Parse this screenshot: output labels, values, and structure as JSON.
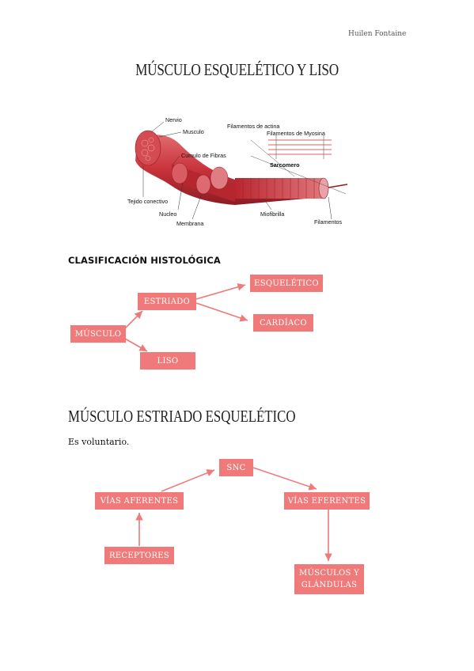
{
  "author": "Huilen Fontaine",
  "title": "MÚSCULO ESQUELÉTICO Y LISO",
  "figure": {
    "labels": {
      "nervio": "Nervio",
      "musculo": "Musculo",
      "cumulo": "Cumulo de Fibras",
      "tejido": "Tejido conectivo",
      "nucleo": "Nucleo",
      "membrana": "Membrana",
      "miofibrilla": "Miofibrilla",
      "filamentos": "Filamentos",
      "actina": "Filamentos de actina",
      "myosina": "Filamentos de Myosina",
      "sarcomero": "Sarcomero"
    }
  },
  "section1": {
    "heading": "CLASIFICACIÓN HISTOLÓGICA",
    "boxes": {
      "musculo": "MÚSCULO",
      "estriado": "ESTRIADO",
      "liso": "LISO",
      "esqueletico": "ESQUELÉTICO",
      "cardiaco": "CARDÍACO"
    }
  },
  "section2": {
    "heading": "MÚSCULO ESTRIADO ESQUELÉTICO",
    "text": "Es voluntario.",
    "boxes": {
      "snc": "SNC",
      "aferentes": "VÍAS AFERENTES",
      "eferentes": "VÍAS EFERENTES",
      "receptores": "RECEPTORES",
      "musculos_1": "MÚSCULOS Y",
      "musculos_2": "GLÁNDULAS"
    }
  },
  "colors": {
    "box": "#f07a7a",
    "arrow": "#f07a7a",
    "muscle": "#c8323a"
  }
}
